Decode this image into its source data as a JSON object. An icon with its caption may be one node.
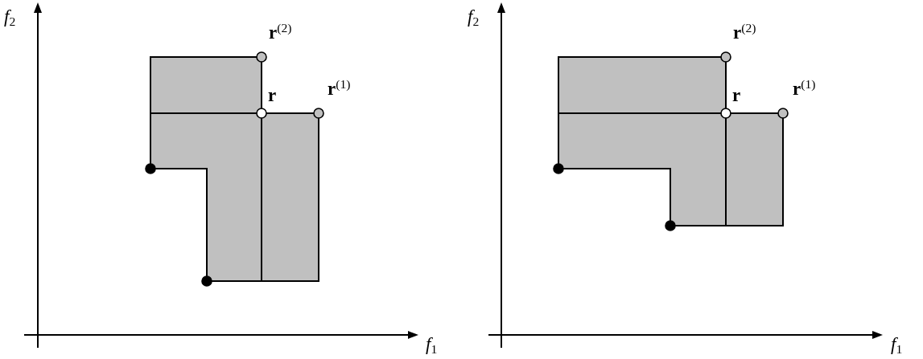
{
  "diagram": {
    "labels": [
      "*f*$_{2}$",
      "**r**$^{(2)}$",
      "r",
      "**r**$^{(1)}$",
      "*f*$_{1}$",
      "*f*$_{2}$",
      "**r**$^{(2)}$",
      "r",
      "**r**$^{(1)}$",
      "*f*$_{1}$"
    ]
  }
}
